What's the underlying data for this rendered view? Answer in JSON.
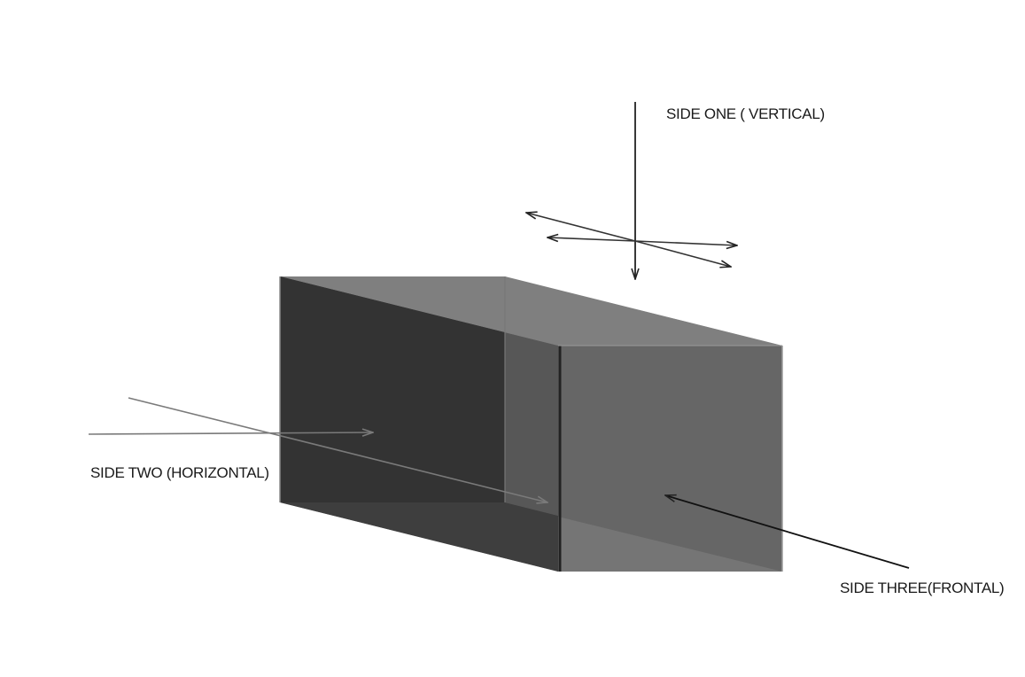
{
  "labels": {
    "side_one": "SIDE ONE ( VERTICAL)",
    "side_two": "SIDE TWO (HORIZONTAL)",
    "side_three": "SIDE THREE(FRONTAL)"
  },
  "colors": {
    "background": "#ffffff",
    "back_face": "#222222",
    "top_face": "#8a8a8a",
    "front_face": "#666666",
    "bottom_face": "#454545",
    "arrow_dark": "#222222",
    "arrow_gray": "#7a7a7a"
  }
}
